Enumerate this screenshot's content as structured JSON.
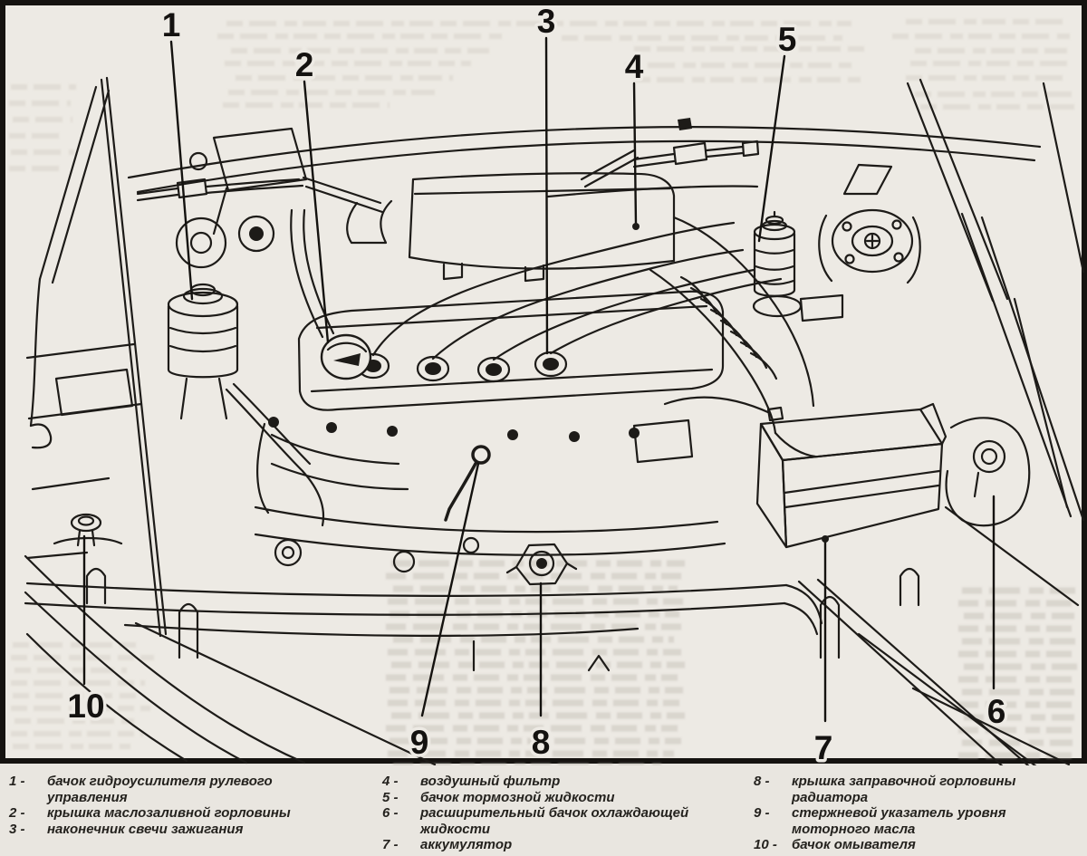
{
  "figure": {
    "kind": "engine-bay-top-view-line-drawing",
    "language": "ru",
    "callouts": [
      {
        "number": "1"
      },
      {
        "number": "2"
      },
      {
        "number": "3"
      },
      {
        "number": "4"
      },
      {
        "number": "5"
      },
      {
        "number": "6"
      },
      {
        "number": "7"
      },
      {
        "number": "8"
      },
      {
        "number": "9"
      },
      {
        "number": "10"
      }
    ]
  },
  "legend": {
    "columns": [
      {
        "items": [
          {
            "num": "1 -",
            "text": "бачок гидроусилителя рулевого управления"
          },
          {
            "num": "2 -",
            "text": "крышка маслозаливной горловины"
          },
          {
            "num": "3 -",
            "text": "наконечник свечи зажигания"
          }
        ]
      },
      {
        "items": [
          {
            "num": "4 -",
            "text": "воздушный фильтр"
          },
          {
            "num": "5 -",
            "text": "бачок тормозной жидкости"
          },
          {
            "num": "6 -",
            "text": "расширительный бачок охлаждающей жидкости"
          },
          {
            "num": "7 -",
            "text": "аккумулятор"
          }
        ]
      },
      {
        "items": [
          {
            "num": "8 -",
            "text": "крышка заправочной горловины радиатора"
          },
          {
            "num": "9 -",
            "text": "стержневой указатель уровня моторного масла"
          },
          {
            "num": "10 -",
            "text": "бачок омывателя"
          }
        ]
      }
    ]
  },
  "colors": {
    "paper": "#edeae4",
    "ink": "#1d1b18",
    "page_background": "#e9e6e0"
  }
}
